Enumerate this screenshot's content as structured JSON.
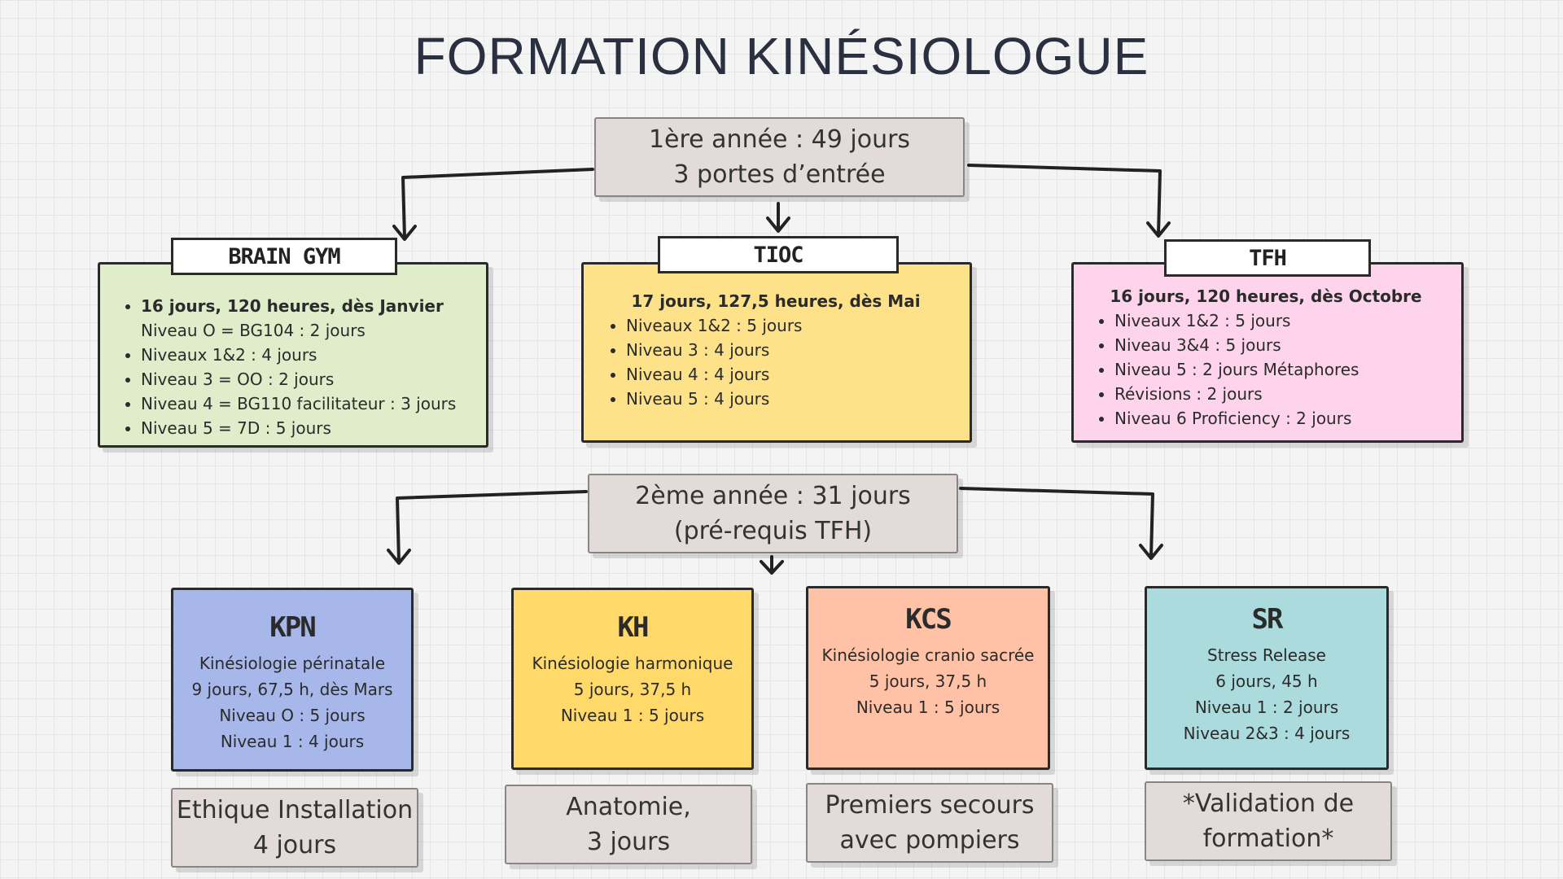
{
  "title": "FORMATION KINÉSIOLOGUE",
  "year1": {
    "line1": "1ère année : 49 jours",
    "line2": "3 portes d’entrée"
  },
  "year2": {
    "line1": "2ème année : 31 jours",
    "line2": "(pré-requis TFH)"
  },
  "colors": {
    "brain_gym": "#dfedca",
    "tioc": "#fde289",
    "tfh": "#fed3ec",
    "kpn": "#a7b7ea",
    "kh": "#ffd96a",
    "kcs": "#ffc2a6",
    "sr": "#acdbdd",
    "grey": "#e2dbd9"
  },
  "brain_gym": {
    "tab": "BRAIN GYM",
    "lead": "16 jours, 120 heures, dès  Janvier",
    "sub": "Niveau O = BG104 : 2 jours",
    "items": [
      "Niveaux 1&2 : 4 jours",
      "Niveau 3 = OO : 2 jours",
      "Niveau 4 = BG110 facilitateur : 3 jours",
      "Niveau 5 = 7D : 5 jours"
    ]
  },
  "tioc": {
    "tab": "TIOC",
    "lead": "17 jours, 127,5 heures, dès Mai",
    "items": [
      "Niveaux 1&2 : 5 jours",
      "Niveau 3 : 4 jours",
      "Niveau 4 : 4 jours",
      "Niveau 5 : 4 jours"
    ]
  },
  "tfh": {
    "tab": "TFH",
    "lead": "16 jours, 120 heures, dès Octobre",
    "items": [
      "Niveaux 1&2 : 5 jours",
      "Niveau 3&4 : 5 jours",
      "Niveau 5 : 2 jours Métaphores",
      "Révisions : 2 jours",
      "Niveau 6 Proficiency : 2 jours"
    ]
  },
  "kpn": {
    "code": "KPN",
    "lines": [
      "Kinésiologie périnatale",
      "9 jours, 67,5 h, dès Mars",
      "Niveau O : 5 jours",
      "Niveau 1 : 4 jours"
    ]
  },
  "kh": {
    "code": "KH",
    "lines": [
      "Kinésiologie harmonique",
      "5 jours, 37,5 h",
      "Niveau 1 : 5 jours"
    ]
  },
  "kcs": {
    "code": "KCS",
    "lines": [
      "Kinésiologie cranio sacrée",
      "5 jours, 37,5 h",
      "Niveau 1 : 5 jours"
    ]
  },
  "sr": {
    "code": "SR",
    "lines": [
      "Stress Release",
      "6 jours, 45 h",
      "Niveau 1 : 2 jours",
      "Niveau 2&3 : 4 jours"
    ]
  },
  "bottom": {
    "ethique": [
      "Ethique Installation",
      "4 jours"
    ],
    "anatomie": [
      "Anatomie,",
      "3 jours"
    ],
    "secours": [
      "Premiers secours",
      "avec pompiers"
    ],
    "validation": [
      "*Validation de",
      "formation*"
    ]
  }
}
